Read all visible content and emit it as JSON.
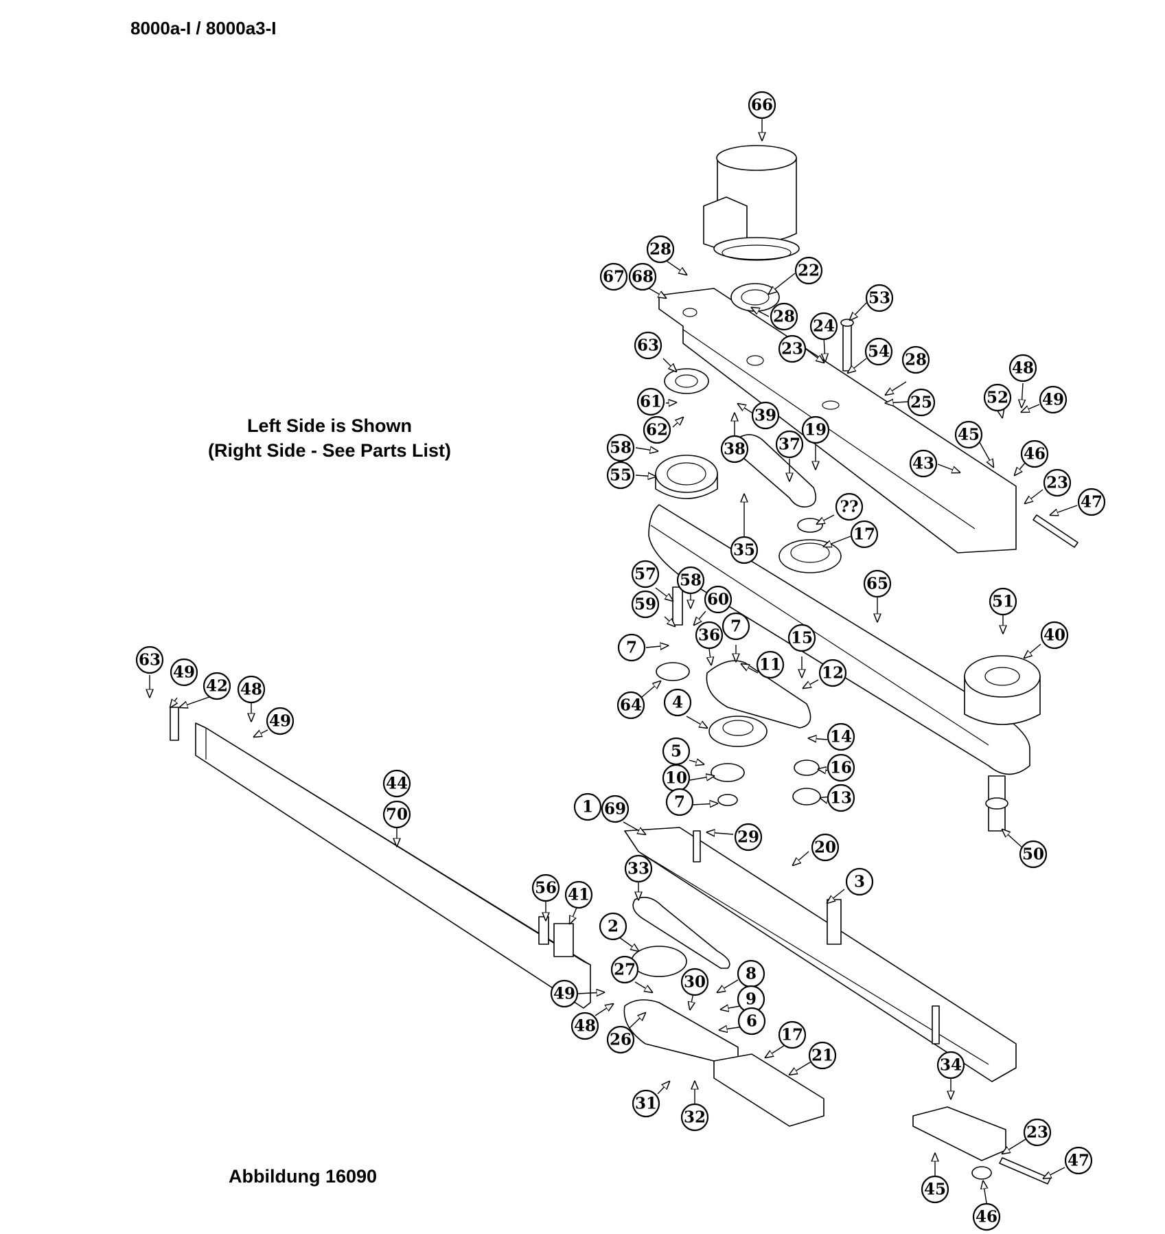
{
  "header": {
    "model": "8000a-I / 8000a3-I"
  },
  "note": {
    "line1": "Left Side is Shown",
    "line2": "(Right Side - See Parts List)"
  },
  "caption": "Abbildung 16090",
  "callouts": [
    "66",
    "22",
    "28",
    "67",
    "68",
    "28",
    "53",
    "24",
    "23",
    "54",
    "28",
    "25",
    "63",
    "61",
    "39",
    "62",
    "38",
    "58",
    "55",
    "37",
    "19",
    "48",
    "49",
    "52",
    "45",
    "46",
    "43",
    "23",
    "47",
    "??",
    "35",
    "17",
    "65",
    "57",
    "58",
    "59",
    "60",
    "7",
    "36",
    "7",
    "11",
    "15",
    "12",
    "51",
    "40",
    "64",
    "4",
    "14",
    "5",
    "16",
    "10",
    "13",
    "7",
    "63",
    "49",
    "42",
    "48",
    "49",
    "44",
    "70",
    "1",
    "69",
    "29",
    "20",
    "50",
    "33",
    "3",
    "2",
    "56",
    "41",
    "27",
    "30",
    "8",
    "9",
    "49",
    "6",
    "48",
    "26",
    "17",
    "21",
    "34",
    "31",
    "32",
    "23",
    "47",
    "45",
    "46"
  ]
}
